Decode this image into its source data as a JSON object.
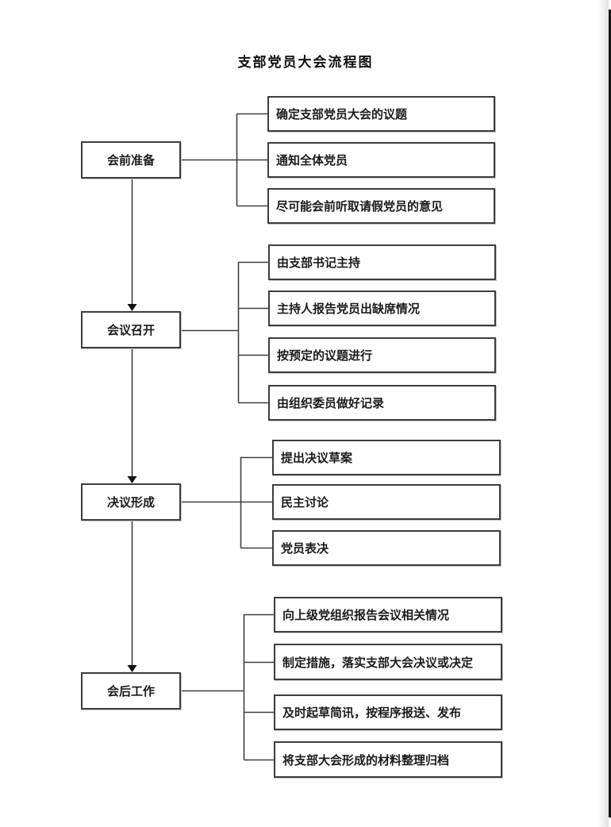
{
  "page": {
    "title": "支部党员大会流程图"
  },
  "flow": {
    "stages": [
      {
        "label": "会前准备",
        "branches": [
          "确定支部党员大会的议题",
          "通知全体党员",
          "尽可能会前听取请假党员的意见"
        ]
      },
      {
        "label": "会议召开",
        "branches": [
          "由支部书记主持",
          "主持人报告党员出缺席情况",
          "按预定的议题进行",
          "由组织委员做好记录"
        ]
      },
      {
        "label": "决议形成",
        "branches": [
          "提出决议草案",
          "民主讨论",
          "党员表决"
        ]
      },
      {
        "label": "会后工作",
        "branches": [
          "向上级党组织报告会议相关情况",
          "制定措施，落实支部大会决议或决定",
          "及时起草简讯，按程序报送、发布",
          "将支部大会形成的材料整理归档"
        ]
      }
    ],
    "colors": {
      "line": "#3f3f3f",
      "box_border": "#3d3d3d",
      "text": "#1b1b1b",
      "background": "#ffffff",
      "page_edge": "#151515"
    }
  }
}
